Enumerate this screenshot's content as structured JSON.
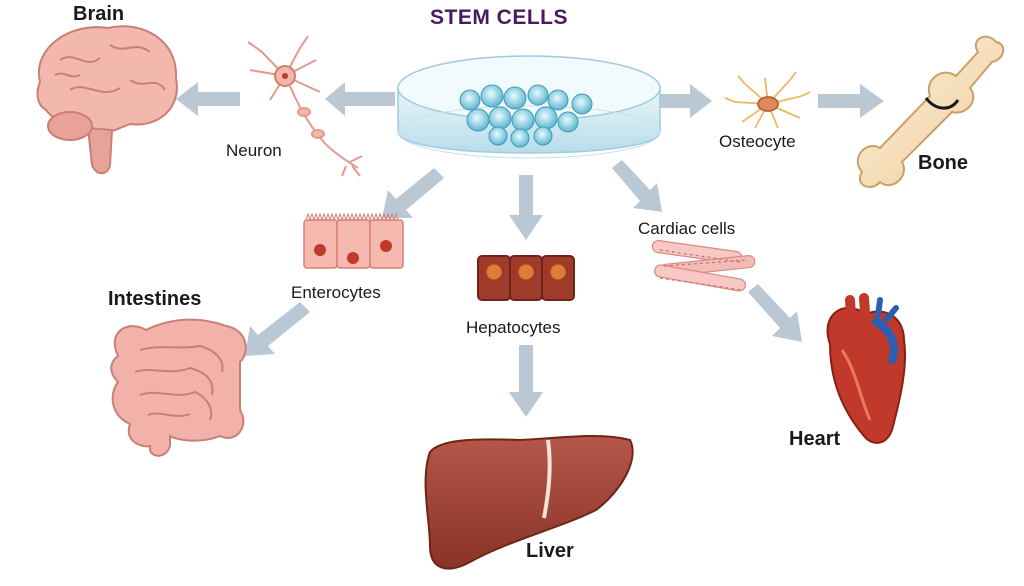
{
  "title": "STEM CELLS",
  "organs": {
    "brain": "Brain",
    "bone": "Bone",
    "intestines": "Intestines",
    "liver": "Liver",
    "heart": "Heart"
  },
  "cells": {
    "neuron": "Neuron",
    "osteocyte": "Osteocyte",
    "enterocytes": "Enterocytes",
    "hepatocytes": "Hepatocytes",
    "cardiac": "Cardiac cells"
  },
  "colors": {
    "title": "#4a1a5e",
    "arrow": "#b9c8d3",
    "dish": "#cde6f2",
    "brain": "#f2b8ae",
    "liver": "#a0463a",
    "heart": "#c0392b",
    "bone": "#f6ddb8"
  },
  "icons": [
    "brain-icon",
    "neuron-icon",
    "petri-dish-icon",
    "osteocyte-icon",
    "bone-icon",
    "enterocyte-icon",
    "hepatocyte-icon",
    "cardiac-cell-icon",
    "intestines-icon",
    "liver-icon",
    "heart-icon"
  ]
}
